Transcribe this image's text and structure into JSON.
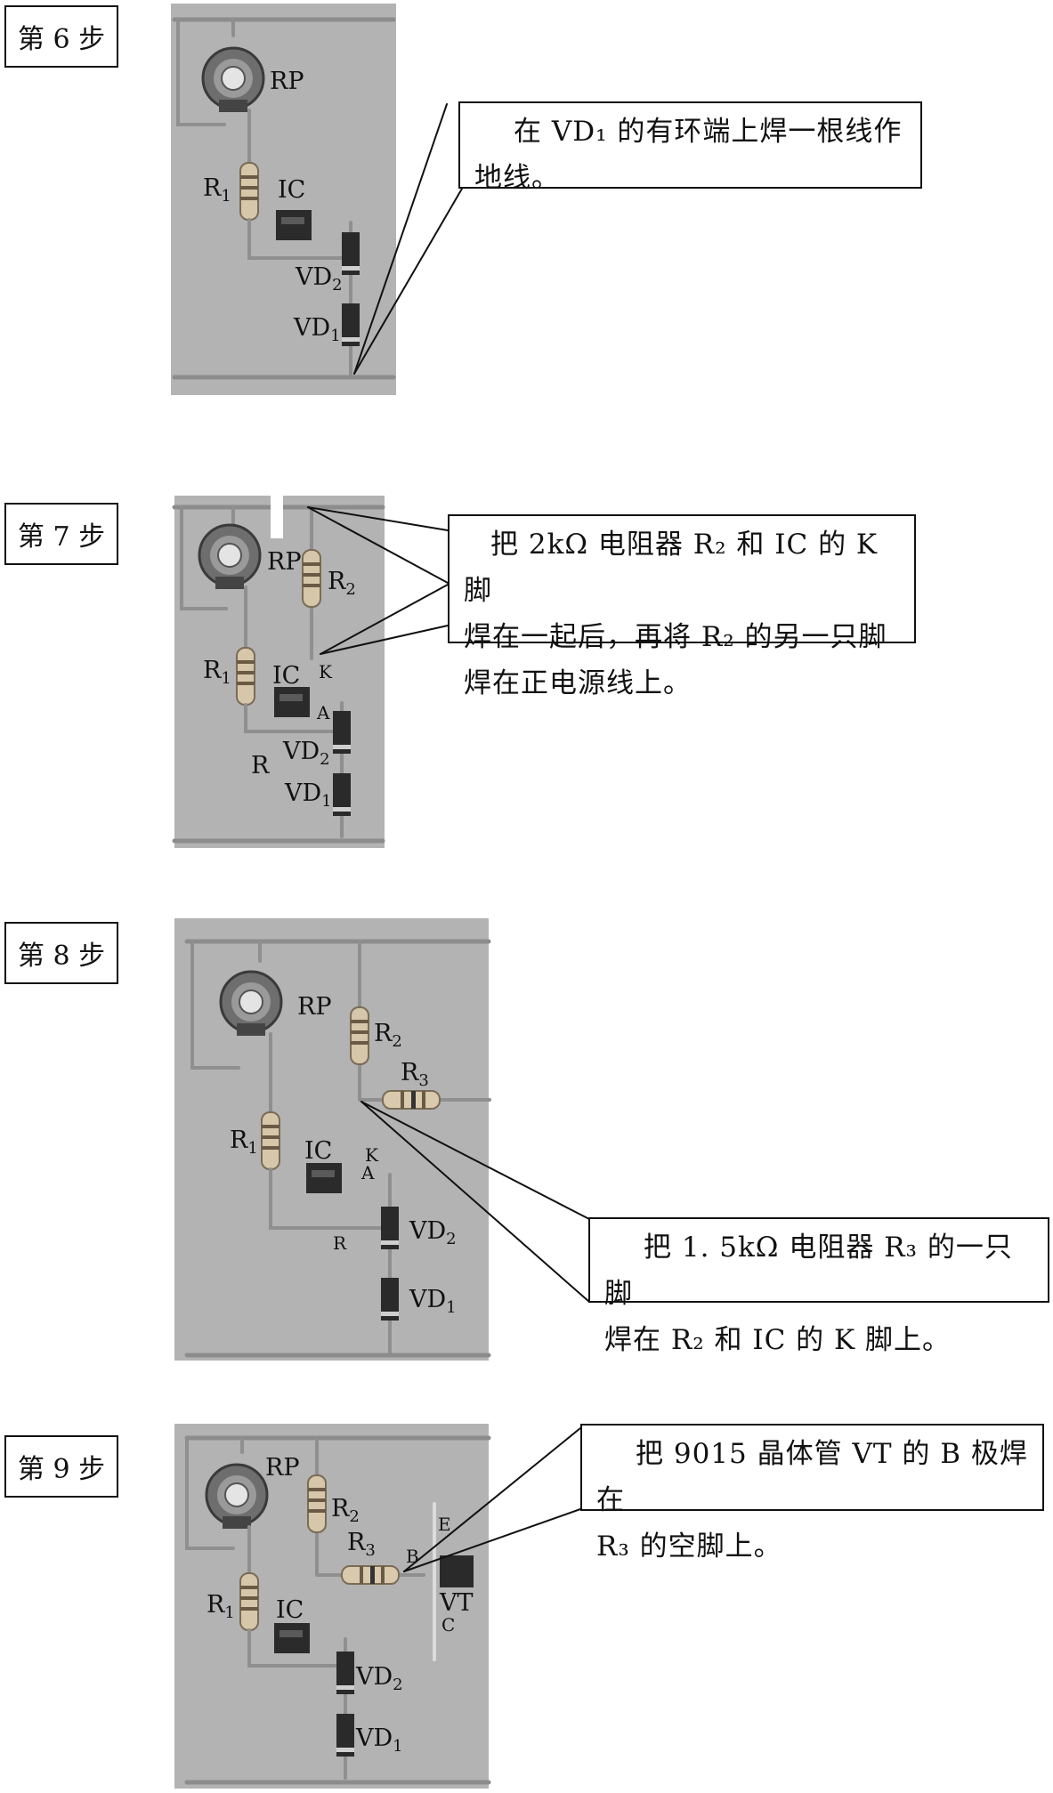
{
  "steps": [
    {
      "step_label": "第 6 步",
      "note_line1": "在 VD₁ 的有环端上焊一根线作",
      "note_line2": "地线。",
      "labels": {
        "rp": "RP",
        "r1": "R₁",
        "ic": "IC",
        "vd2": "VD₂",
        "vd1": "VD₁"
      }
    },
    {
      "step_label": "第 7 步",
      "note_line1": "把 2kΩ 电阻器 R₂ 和 IC 的 K 脚",
      "note_line2": "焊在一起后，再将 R₂ 的另一只脚",
      "note_line3": "焊在正电源线上。",
      "labels": {
        "rp": "RP",
        "r2": "R₂",
        "r1": "R₁",
        "ic": "IC",
        "k": "K",
        "a": "A",
        "r": "R",
        "vd2": "VD₂",
        "vd1": "VD₁"
      }
    },
    {
      "step_label": "第 8 步",
      "note_line1": "把 1. 5kΩ 电阻器 R₃ 的一只脚",
      "note_line2": "焊在 R₂ 和 IC 的 K 脚上。",
      "labels": {
        "rp": "RP",
        "r2": "R₂",
        "r3": "R₃",
        "r1": "R₁",
        "ic": "IC",
        "k": "K",
        "a": "A",
        "r": "R",
        "vd2": "VD₂",
        "vd1": "VD₁"
      }
    },
    {
      "step_label": "第 9 步",
      "note_line1": "把 9015 晶体管 VT 的 B 极焊在",
      "note_line2": "R₃ 的空脚上。",
      "labels": {
        "rp": "RP",
        "r2": "R₂",
        "r3": "R₃",
        "b": "B",
        "e": "E",
        "vt": "VT",
        "c": "C",
        "r1": "R₁",
        "ic": "IC",
        "vd2": "VD₂",
        "vd1": "VD₁"
      }
    }
  ]
}
